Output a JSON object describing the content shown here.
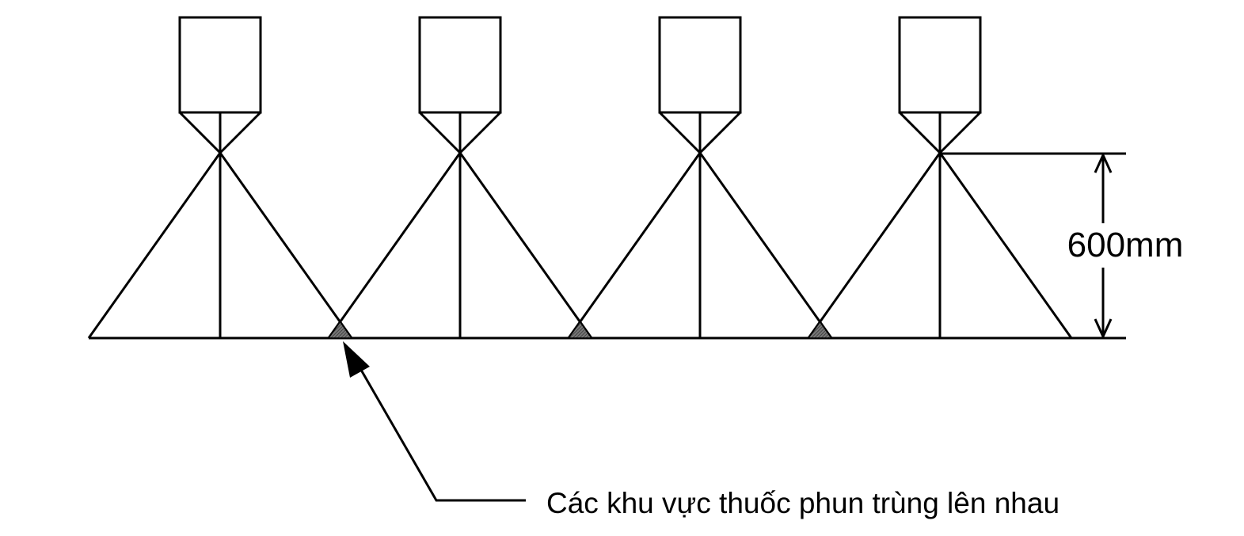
{
  "diagram": {
    "dimension_label": "600mm",
    "callout_label": "Các khu vực thuốc phun trùng lên nhau",
    "nozzle_count": 4,
    "overlap_count": 3
  },
  "colors": {
    "line": "#000000",
    "overlap_fill": "#555555",
    "background": "#ffffff"
  }
}
